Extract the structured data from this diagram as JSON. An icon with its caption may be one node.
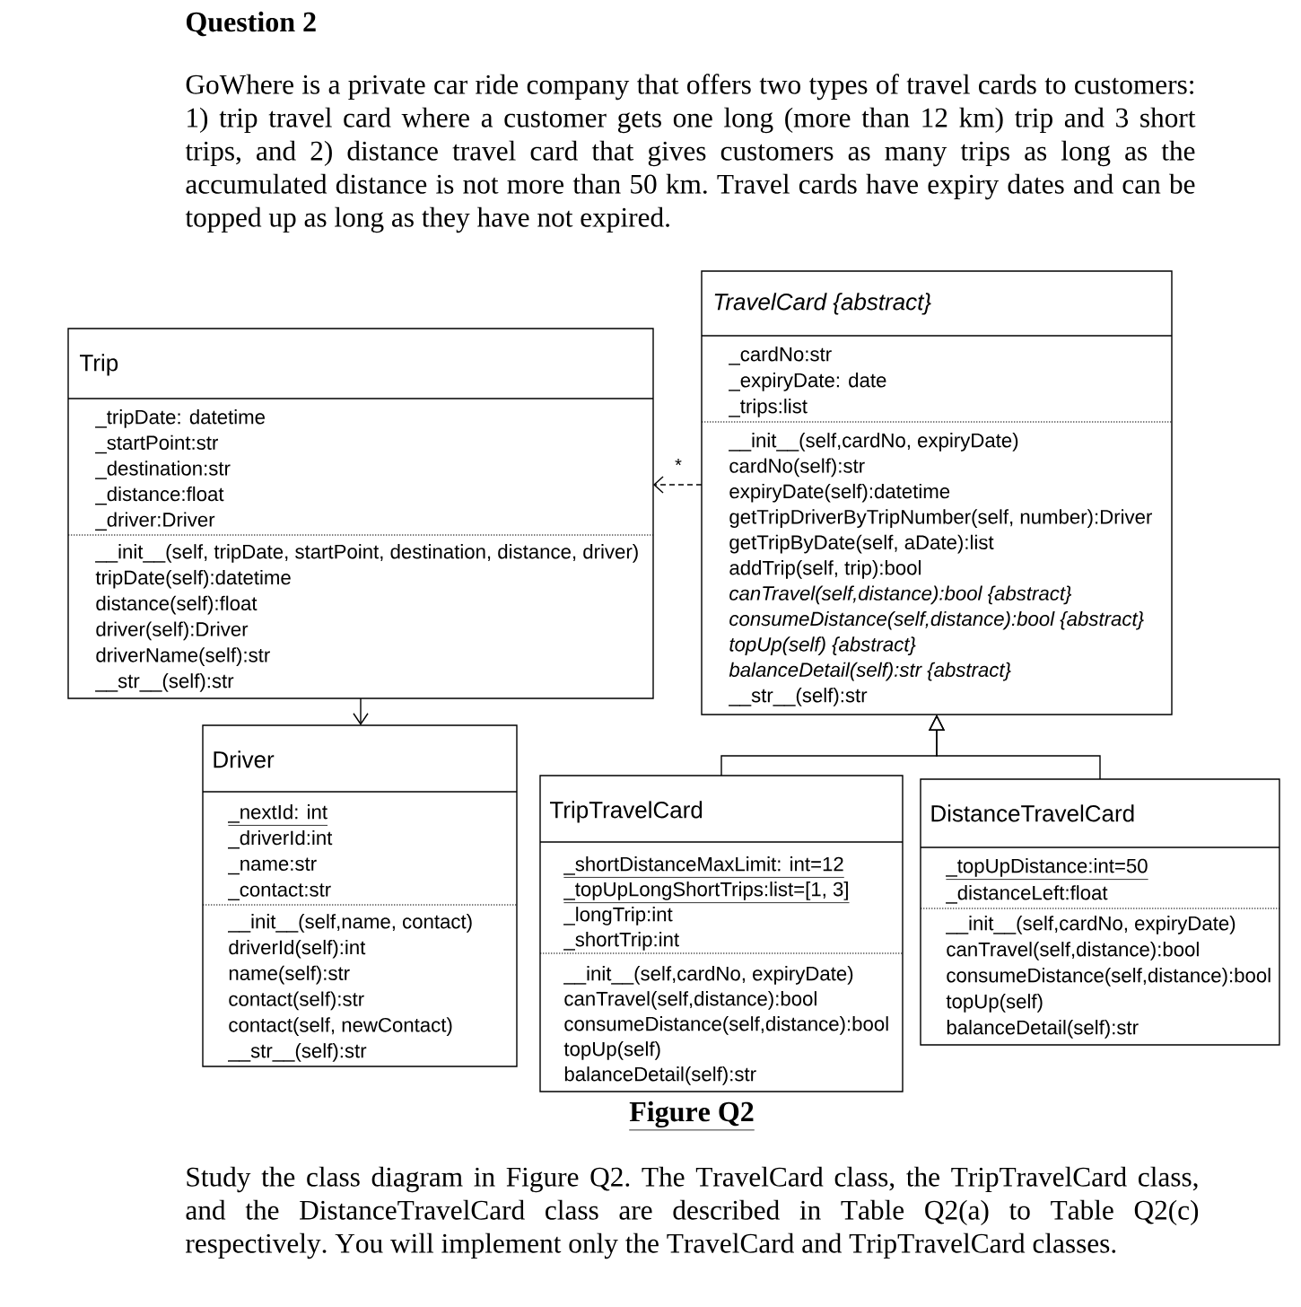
{
  "diagram": {
    "title": "Question 2",
    "caption": "Figure Q2",
    "nodes": [
      {
        "text": [
          "Trip"
        ]
      },
      {
        "text": [
          "_tripDate: datetime",
          "_startPoint:str",
          "_destination:str",
          "_distance:float",
          "_driver:Driver"
        ],
        "in": 0
      },
      {
        "text": [
          "__init__(self, tripDate, startPoint, destination, distance, driver)",
          "tripDate(self):datetime",
          "distance(self):float",
          "driver(self):Driver",
          "driverName(self):str",
          "__str__(self):str"
        ],
        "in": 0
      },
      {
        "text": [
          "TravelCard {abstract}"
        ]
      },
      {
        "text": [
          "_cardNo:str",
          "_expiryDate: date",
          "_trips:list"
        ],
        "in": 3
      },
      {
        "text": [
          "__init__(self,cardNo, expiryDate)",
          "cardNo(self):str",
          "expiryDate(self):datetime",
          "getTripDriverByTripNumber(self, number):Driver",
          "getTripByDate(self, aDate):list",
          "addTrip(self, trip):bool",
          "canTravel(self,distance):bool {abstract}",
          "consumeDistance(self,distance):bool {abstract}",
          "topUp(self) {abstract}",
          "balanceDetail(self):str {abstract}",
          "__str__(self):str"
        ],
        "in": 3
      },
      {
        "text": [
          "Driver"
        ]
      },
      {
        "text": [
          "_nextId: int",
          "_driverId:int",
          "_name:str",
          "_contact:str"
        ],
        "in": 6
      },
      {
        "text": [
          "__init__(self,name, contact)",
          "driverId(self):int",
          "name(self):str",
          "contact(self):str",
          "contact(self, newContact)",
          "__str__(self):str"
        ],
        "in": 6
      },
      {
        "text": [
          "TripTravelCard"
        ]
      },
      {
        "text": [
          "_shortDistanceMaxLimit: int=12",
          "_topUpLongShortTrips:list=[1, 3]",
          "_longTrip:int",
          "_shortTrip:int"
        ],
        "in": 9
      },
      {
        "text": [
          "__init__(self,cardNo, expiryDate)",
          "canTravel(self,distance):bool",
          "consumeDistance(self,distance):bool",
          "topUp(self)",
          "balanceDetail(self):str"
        ],
        "in": 9
      },
      {
        "text": [
          "DistanceTravelCard"
        ]
      },
      {
        "text": [
          "_topUpDistance:int=50",
          "_distanceLeft:float"
        ],
        "in": 12
      },
      {
        "text": [
          "__init__(self,cardNo, expiryDate)",
          "canTravel(self,distance):bool",
          "consumeDistance(self,distance):bool",
          "topUp(self)",
          "balanceDetail(self):str"
        ],
        "in": 12
      }
    ],
    "edges": [
      {
        "from": 3,
        "to": 0,
        "arrow": "to",
        "style": "dashed",
        "label": "*"
      },
      {
        "from": 0,
        "to": 6,
        "arrow": "to"
      },
      {
        "from": 9,
        "to": 3,
        "arrow": "to"
      },
      {
        "from": 12,
        "to": 3,
        "arrow": "to"
      }
    ],
    "labels": [
      "GoWhere is a private car ride company that offers two types of travel cards to customers: 1) trip travel card where a customer gets one long (more than 12 km) trip and 3 short trips, and 2) distance travel card that gives customers as many trips as long as the accumulated distance is not more than 50 km. Travel cards have expiry dates and can be topped up as long as they have not expired.",
      "Study the class diagram in Figure Q2. The TravelCard class, the TripTravelCard class, and the DistanceTravelCard class are described in Table Q2(a) to Table Q2(c) respectively. You will implement only the TravelCard and TripTravelCard classes."
    ]
  }
}
